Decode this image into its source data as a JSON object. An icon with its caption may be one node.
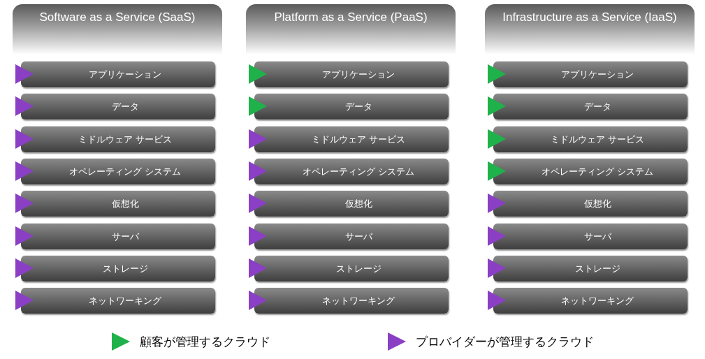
{
  "diagram": {
    "nodes": [
      {
        "text": [
          "Software as a Service (SaaS)"
        ]
      },
      {
        "text": [
          "アプリケーション"
        ]
      },
      {
        "text": [
          "データ"
        ]
      },
      {
        "text": [
          "ミドルウェア サービス"
        ]
      },
      {
        "text": [
          "オペレーティング システム"
        ]
      },
      {
        "text": [
          "仮想化"
        ]
      },
      {
        "text": [
          "サーバ"
        ]
      },
      {
        "text": [
          "ストレージ"
        ]
      },
      {
        "text": [
          "ネットワーキング"
        ]
      },
      {
        "text": [
          "Platform as a Service (PaaS)"
        ]
      },
      {
        "text": [
          "アプリケーション"
        ]
      },
      {
        "text": [
          "データ"
        ]
      },
      {
        "text": [
          "ミドルウェア サービス"
        ]
      },
      {
        "text": [
          "オペレーティング システム"
        ]
      },
      {
        "text": [
          "仮想化"
        ]
      },
      {
        "text": [
          "サーバ"
        ]
      },
      {
        "text": [
          "ストレージ"
        ]
      },
      {
        "text": [
          "ネットワーキング"
        ]
      },
      {
        "text": [
          "Infrastructure as a Service (IaaS)"
        ]
      },
      {
        "text": [
          "アプリケーション"
        ]
      },
      {
        "text": [
          "データ"
        ]
      },
      {
        "text": [
          "ミドルウェア サービス"
        ]
      },
      {
        "text": [
          "オペレーティング システム"
        ]
      },
      {
        "text": [
          "仮想化"
        ]
      },
      {
        "text": [
          "サーバ"
        ]
      },
      {
        "text": [
          "ストレージ"
        ]
      },
      {
        "text": [
          "ネットワーキング"
        ]
      }
    ],
    "legend": [
      {
        "text": "顧客が管理するクラウド",
        "color": "#1fb24a"
      },
      {
        "text": "プロバイダーが管理するクラウド",
        "color": "#8a3fc4"
      }
    ]
  }
}
